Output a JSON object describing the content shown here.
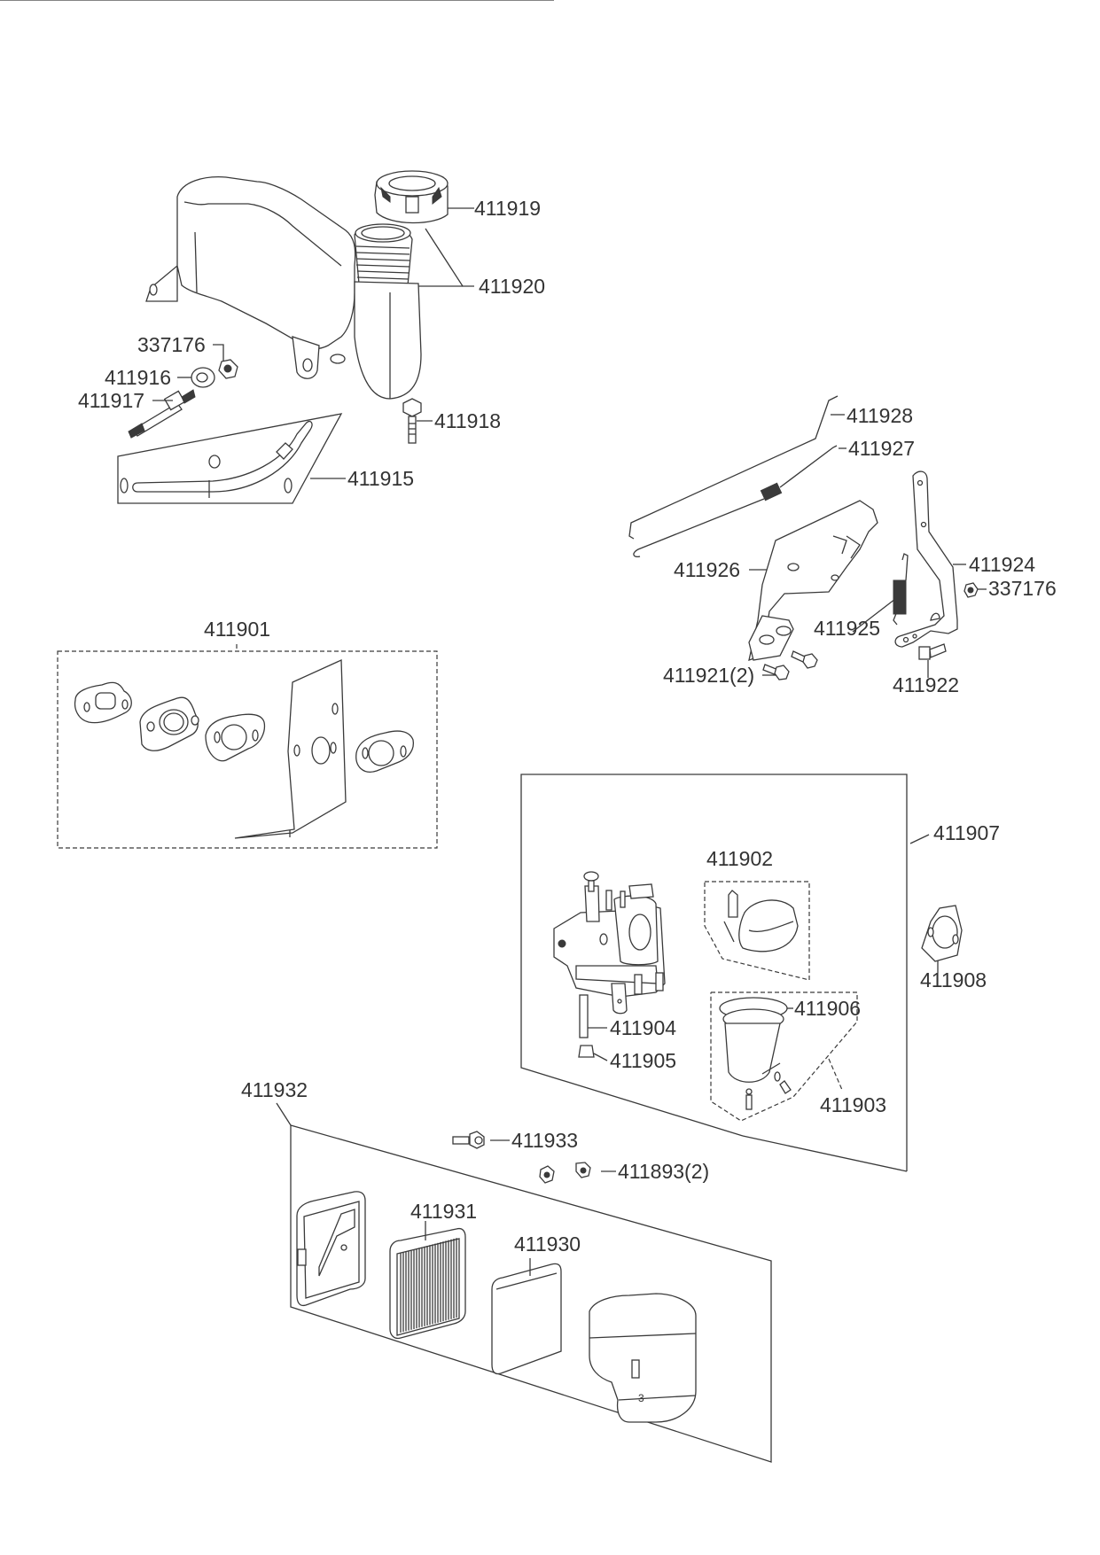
{
  "diagram": {
    "type": "exploded-parts-diagram",
    "groups": {
      "fuel_tank": {
        "labels": {
          "cap": "411919",
          "tank": "411920",
          "nut": "337176",
          "washer": "411916",
          "stud": "411917",
          "bolt": "411918",
          "fuel_line": "411915"
        }
      },
      "governor_linkage": {
        "labels": {
          "rod": "411928",
          "spring_link": "411927",
          "bracket": "411926",
          "lever": "411924",
          "nut": "337176",
          "spring": "411925",
          "bolts": "411921(2)",
          "screw": "411922"
        }
      },
      "gasket_kit": {
        "label": "411901"
      },
      "carburetor": {
        "labels": {
          "assembly": "411907",
          "float_kit": "411902",
          "gasket": "411908",
          "tube": "411904",
          "drain": "411905",
          "bowl_seal": "411906",
          "bowl_kit": "411903"
        }
      },
      "air_filter": {
        "labels": {
          "assembly": "411932",
          "bolt": "411933",
          "nuts": "411893(2)",
          "element": "411931",
          "pre_filter": "411930"
        },
        "cover_mark": "3"
      }
    }
  }
}
